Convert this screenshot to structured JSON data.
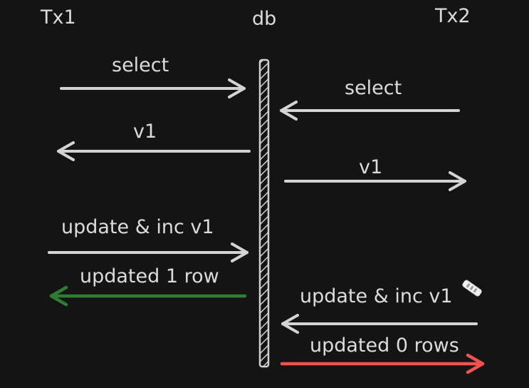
{
  "participants": {
    "left": "Tx1",
    "center": "db",
    "right": "Tx2"
  },
  "messages": [
    {
      "from": "Tx1",
      "to": "db",
      "label": "select"
    },
    {
      "from": "Tx2",
      "to": "db",
      "label": "select"
    },
    {
      "from": "db",
      "to": "Tx1",
      "label": "v1"
    },
    {
      "from": "db",
      "to": "Tx2",
      "label": "v1"
    },
    {
      "from": "Tx1",
      "to": "db",
      "label": "update & inc v1"
    },
    {
      "from": "db",
      "to": "Tx1",
      "label": "updated 1 row",
      "color": "#2e7d32"
    },
    {
      "from": "Tx2",
      "to": "db",
      "label": "update & inc v1"
    },
    {
      "from": "db",
      "to": "Tx2",
      "label": "updated 0 rows",
      "color": "#ef5350"
    }
  ],
  "colors": {
    "background": "#141414",
    "text": "#dcdcdc",
    "arrow_default": "#d4d4d4",
    "success": "#2e7d32",
    "failure": "#ef5350"
  },
  "icons": {
    "cursor": "pencil-icon"
  }
}
